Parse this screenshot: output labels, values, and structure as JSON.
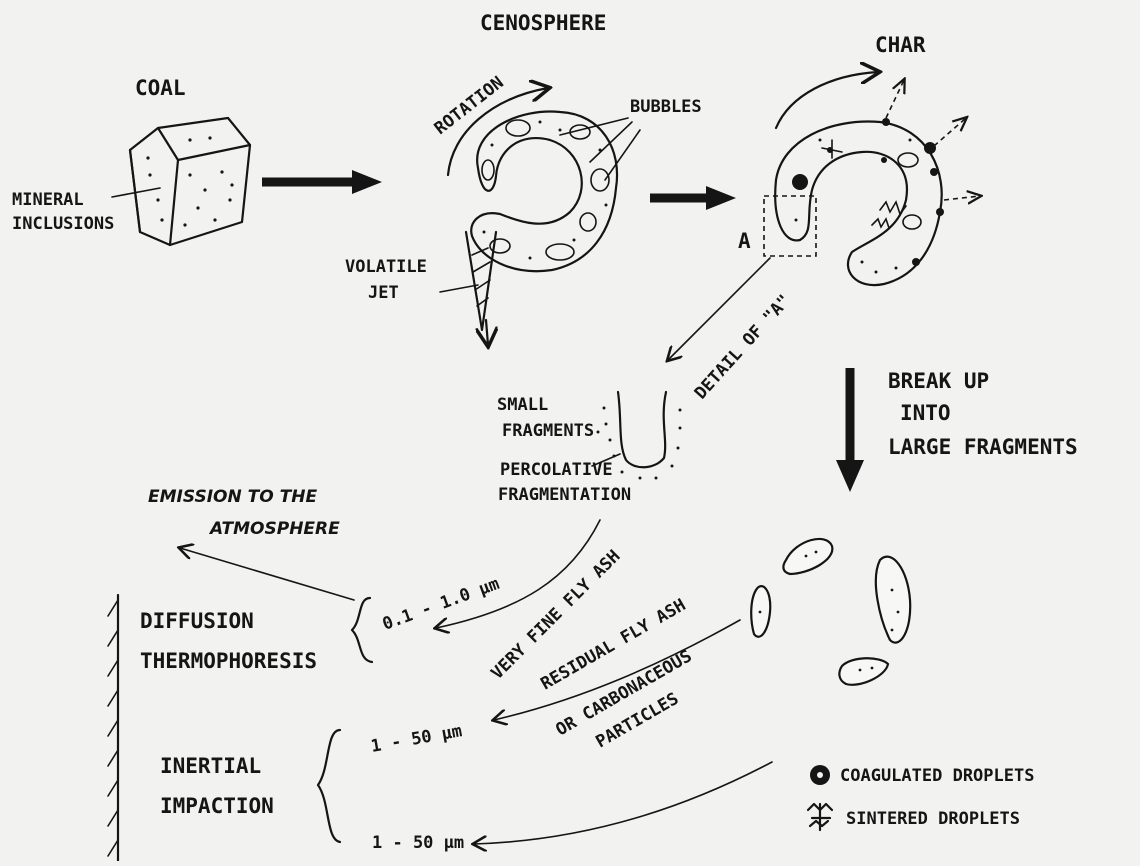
{
  "stages": {
    "coal": "COAL",
    "cenosphere": "CENOSPHERE",
    "char": "CHAR"
  },
  "labels": {
    "mineral_inclusions_1": "MINERAL",
    "mineral_inclusions_2": "INCLUSIONS",
    "rotation": "ROTATION",
    "bubbles": "BUBBLES",
    "volatile_1": "VOLATILE",
    "volatile_2": "JET",
    "detail_marker": "A",
    "detail_of_a": "DETAIL OF \"A\"",
    "small_fragments_1": "SMALL",
    "small_fragments_2": "FRAGMENTS",
    "percolative_1": "PERCOLATIVE",
    "percolative_2": "FRAGMENTATION",
    "break_up_1": "BREAK UP",
    "break_up_2": "INTO",
    "break_up_3": "LARGE FRAGMENTS",
    "emission_1": "EMISSION TO THE",
    "emission_2": "ATMOSPHERE",
    "diffusion": "DIFFUSION",
    "thermophoresis": "THERMOPHORESIS",
    "size_fine": "0.1 - 1.0 µm",
    "very_fine_fly_ash": "VERY FINE FLY ASH",
    "residual_fly_ash": "RESIDUAL FLY ASH",
    "carbonaceous_1": "OR CARBONACEOUS",
    "carbonaceous_2": "PARTICLES",
    "inertial": "INERTIAL",
    "impaction": "IMPACTION",
    "size_coarse_1": "1 - 50 µm",
    "size_coarse_2": "1 - 50 µm"
  },
  "legend": {
    "coagulated": "COAGULATED DROPLETS",
    "sintered": "SINTERED DROPLETS"
  }
}
